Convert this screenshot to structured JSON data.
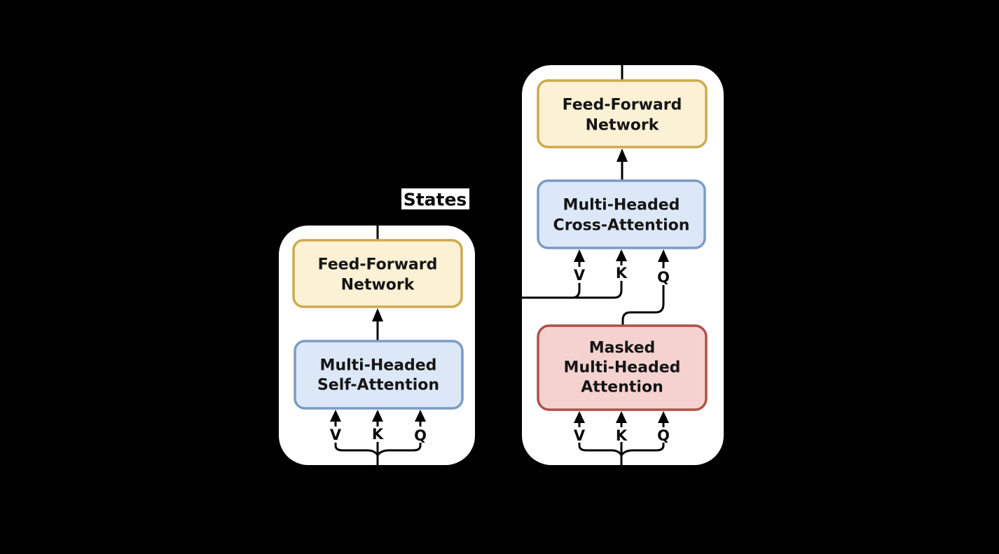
{
  "title": "Transformer encoder-decoder attention diagram",
  "colors": {
    "background": "#000000",
    "panel": "#ffffff",
    "ffn_fill": "#FBF1D4",
    "ffn_border": "#CDAA4D",
    "attention_fill": "#DCE8F7",
    "attention_border": "#7C9BC6",
    "masked_fill": "#F5D2D0",
    "masked_border": "#AE5049",
    "wire": "#000000",
    "text": "#151515"
  },
  "states_label": "States",
  "encoder": {
    "ffn": {
      "line1": "Feed-Forward",
      "line2": "Network"
    },
    "self_attention": {
      "line1": "Multi-Headed",
      "line2": "Self-Attention"
    },
    "inputs": {
      "v": "V",
      "k": "K",
      "q": "Q"
    }
  },
  "decoder": {
    "ffn": {
      "line1": "Feed-Forward",
      "line2": "Network"
    },
    "cross_attention": {
      "line1": "Multi-Headed",
      "line2": "Cross-Attention"
    },
    "masked_attention": {
      "line1": "Masked",
      "line2": "Multi-Headed",
      "line3": "Attention"
    },
    "cross_inputs": {
      "v": "V",
      "k": "K",
      "q": "Q"
    },
    "masked_inputs": {
      "v": "V",
      "k": "K",
      "q": "Q"
    }
  }
}
